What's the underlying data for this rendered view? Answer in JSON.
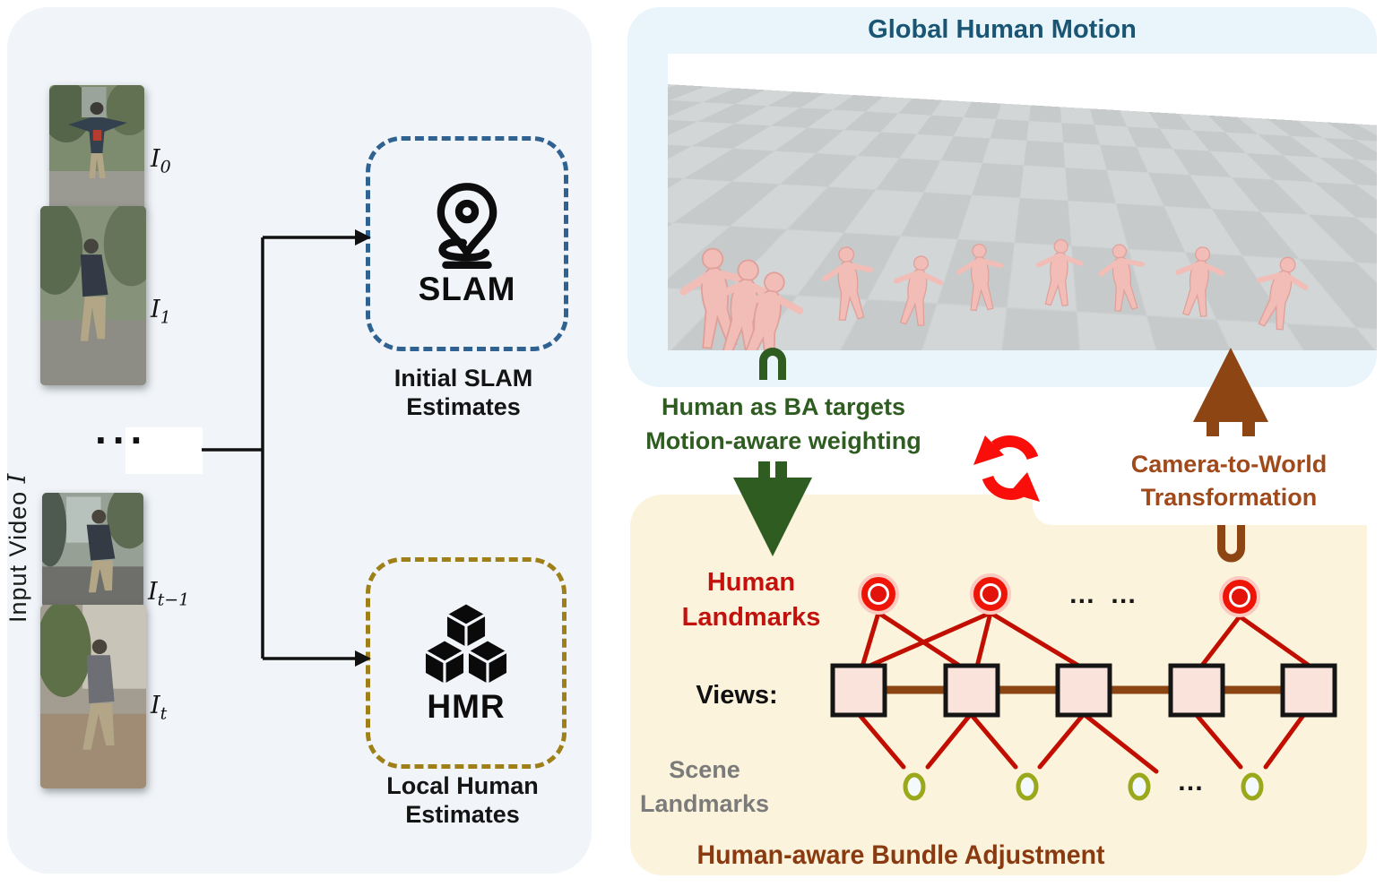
{
  "left_panel": {
    "rotated_label": "Input Video ",
    "rotated_label_math": "I",
    "ellipsis": "...",
    "frames": [
      {
        "base": "I",
        "sub": "0"
      },
      {
        "base": "I",
        "sub": "1"
      },
      {
        "base": "I",
        "sub": "t−1"
      },
      {
        "base": "I",
        "sub": "t"
      }
    ],
    "slam": {
      "label": "SLAM",
      "caption_line1": "Initial SLAM",
      "caption_line2": "Estimates"
    },
    "hmr": {
      "label": "HMR",
      "caption_line1": "Local Human",
      "caption_line2": "Estimates"
    }
  },
  "motion_panel": {
    "title": "Global Human Motion"
  },
  "loop": {
    "green_line1": "Human as BA targets",
    "green_line2": "Motion-aware weighting",
    "brown_line1": "Camera-to-World",
    "brown_line2": "Transformation"
  },
  "ba_panel": {
    "human_landmarks_line1": "Human",
    "human_landmarks_line2": "Landmarks",
    "human_dots": "… …",
    "views_label": "Views:",
    "scene_landmarks_line1": "Scene",
    "scene_landmarks_line2": "Landmarks",
    "scene_dots": "…",
    "title": "Human-aware Bundle Adjustment"
  },
  "colors": {
    "left_panel_bg": "#F1F5F9",
    "motion_panel_bg": "#E9F5FB",
    "ba_panel_bg": "#FBF3DB",
    "slam_dash": "#2F6290",
    "hmr_dash": "#9F7F17",
    "green_accent": "#2E5C21",
    "brown_accent": "#8C4513",
    "brown_text": "#A04A1C",
    "ba_title_brown": "#8A3A10",
    "red_accent": "#E8150A",
    "red_edge": "#C20E00",
    "olive_accent": "#9AA81C",
    "teal_title": "#1A5674",
    "gray_text": "#7B7B7B"
  }
}
